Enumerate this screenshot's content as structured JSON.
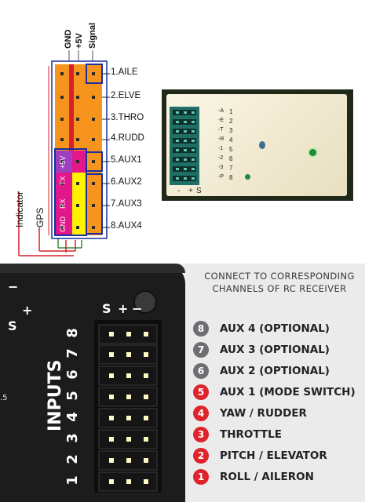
{
  "top_diagram": {
    "headers": [
      "GND",
      "+5V",
      "Signal"
    ],
    "channels": [
      "1.AILE",
      "2.ELVE",
      "3.THRO",
      "4.RUDD",
      "5.AUX1",
      "6.AUX2",
      "7.AUX3",
      "8.AUX4"
    ],
    "side_labels": [
      "GND",
      "RX",
      "TX",
      "+5V"
    ],
    "wire_labels": [
      "Indicator",
      "GPS"
    ],
    "colors": {
      "orange": "#f7941d",
      "magenta": "#e3178c",
      "yellow": "#fff200",
      "purple": "#9e3fbf",
      "blue_outline": "#1b2f9e",
      "red": "#d6202a"
    }
  },
  "receiver_photo": {
    "pin_labels": [
      "-A",
      "-E",
      "-T",
      "-R",
      "-1",
      "-2",
      "-3",
      "-P"
    ],
    "pin_numbers": [
      "1",
      "2",
      "3",
      "4",
      "5",
      "6",
      "7",
      "8"
    ],
    "bottom_labels": [
      "-",
      "+",
      "S"
    ]
  },
  "flight_controller": {
    "instruction_line1": "CONNECT TO CORRESPONDING",
    "instruction_line2": "CHANNELS OF RC RECEIVER",
    "header_labels": [
      "S",
      "+",
      "−"
    ],
    "left_labels": [
      "S",
      "+",
      "−"
    ],
    "inputs_label": "INPUTS",
    "input_numbers": [
      "8",
      "7",
      "6",
      "5",
      "4",
      "3",
      "2",
      "1"
    ],
    "edge_label": ".5",
    "channels": [
      {
        "num": "8",
        "label": "AUX 4 (OPTIONAL)",
        "color": "#6d6e71"
      },
      {
        "num": "7",
        "label": "AUX 3 (OPTIONAL)",
        "color": "#6d6e71"
      },
      {
        "num": "6",
        "label": "AUX 2 (OPTIONAL)",
        "color": "#6d6e71"
      },
      {
        "num": "5",
        "label": "AUX 1 (MODE SWITCH)",
        "color": "#e0232b"
      },
      {
        "num": "4",
        "label": "YAW / RUDDER",
        "color": "#e0232b"
      },
      {
        "num": "3",
        "label": "THROTTLE",
        "color": "#e0232b"
      },
      {
        "num": "2",
        "label": "PITCH / ELEVATOR",
        "color": "#e0232b"
      },
      {
        "num": "1",
        "label": "ROLL / AILERON",
        "color": "#e0232b"
      }
    ]
  }
}
